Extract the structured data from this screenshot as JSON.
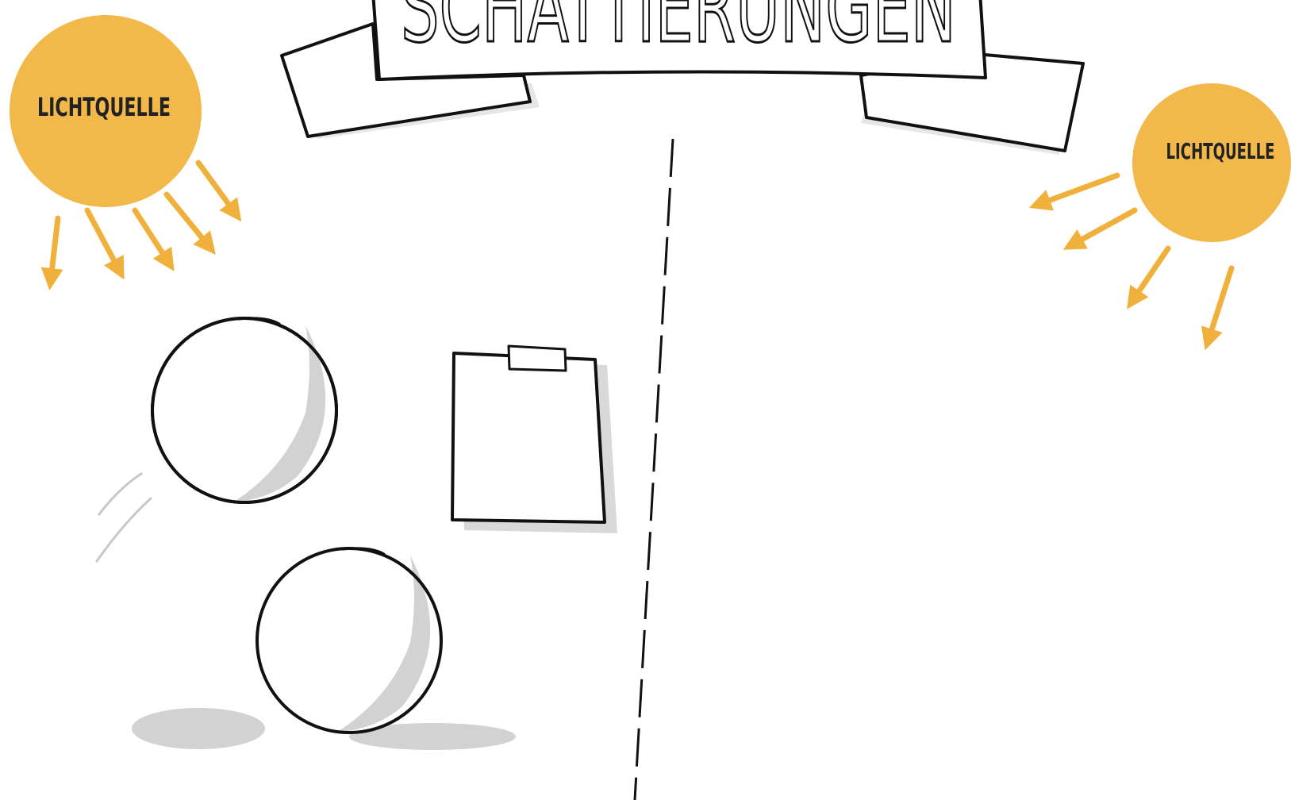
{
  "banner": {
    "title": "SCHATTIERUNGEN"
  },
  "light_sources": [
    {
      "label": "LICHTQUELLE"
    },
    {
      "label": "LICHTQUELLE"
    }
  ],
  "colors": {
    "sun": "#f2b94a",
    "arrow": "#f0b13c",
    "shadow": "#d2d2d2",
    "ink": "#111111",
    "paper": "#ffffff"
  }
}
